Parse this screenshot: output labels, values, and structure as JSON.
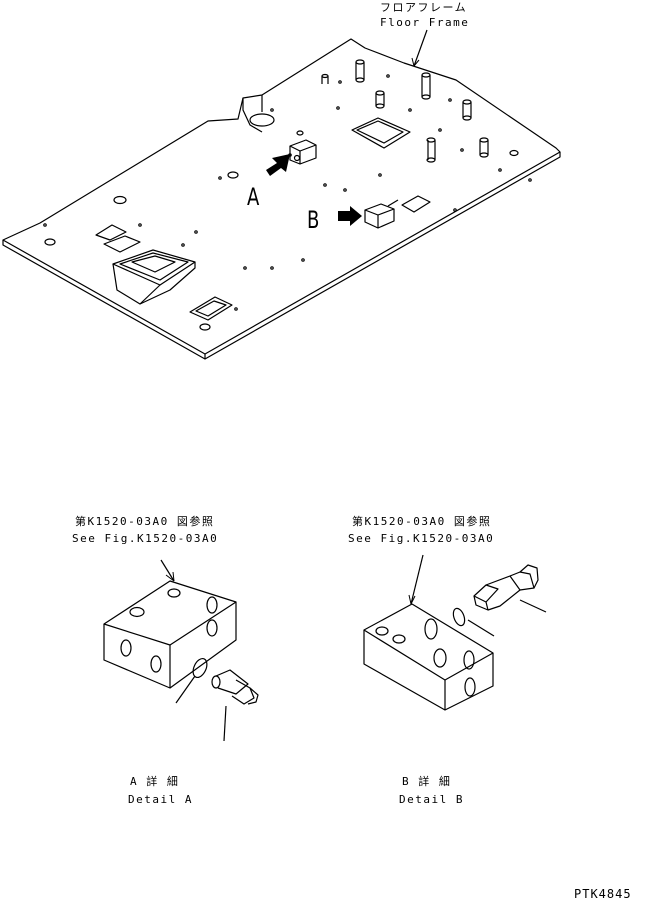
{
  "floor_frame": {
    "label_jp": "フロアフレーム",
    "label_en": "Floor Frame"
  },
  "markers": {
    "a": "A",
    "b": "B"
  },
  "detail_a": {
    "ref_jp": "第K1520-03A0 図参照",
    "ref_en": "See Fig.K1520-03A0",
    "title_jp": "A 詳 細",
    "title_en": "Detail A"
  },
  "detail_b": {
    "ref_jp": "第K1520-03A0 図参照",
    "ref_en": "See Fig.K1520-03A0",
    "title_jp": "B 詳 細",
    "title_en": "Detail B"
  },
  "drawing_id": "PTK4845",
  "colors": {
    "line": "#000000",
    "background": "#ffffff"
  }
}
